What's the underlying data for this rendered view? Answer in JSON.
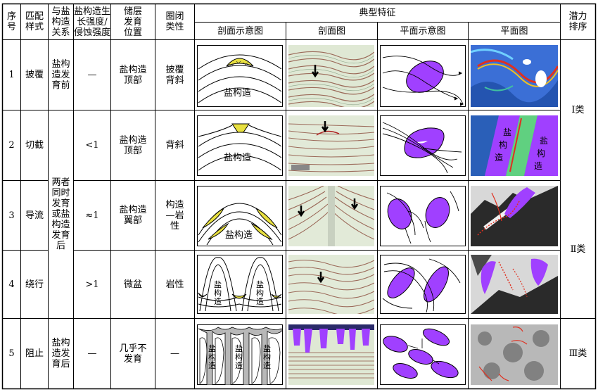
{
  "header": {
    "col_no": "序号",
    "col_style": "匹配样式",
    "col_relation": "与盐构造关系",
    "col_ratio": "盐构造生长强度/侵蚀强度",
    "col_position": "储层发育位置",
    "col_trap": "圈闭类性",
    "col_features": "典型特征",
    "col_section_sketch": "剖面示意图",
    "col_section": "剖面图",
    "col_plan_sketch": "平面示意图",
    "col_plan": "平面图",
    "col_rank": "潜力排序"
  },
  "rows": [
    {
      "no": "1",
      "style": "披覆",
      "relation": "盐构造发育前",
      "ratio": "—",
      "position": "盐构造顶部",
      "trap": "披覆背斜"
    },
    {
      "no": "2",
      "style": "切截",
      "ratio": "<1",
      "position": "盐构造顶部",
      "trap": "背斜"
    },
    {
      "no": "3",
      "style": "导流",
      "ratio": "≈1",
      "position": "盐构造翼部",
      "trap": "构造—岩性"
    },
    {
      "no": "4",
      "style": "绕行",
      "ratio": ">1",
      "position": "微盆",
      "trap": "岩性"
    },
    {
      "no": "5",
      "style": "阻止",
      "relation": "盐构造发育后",
      "ratio": "—",
      "position": "几乎不发育",
      "trap": "—"
    }
  ],
  "merged_relation_2_4": "两者同时发育或盐构造发育后",
  "rank": {
    "class1": "Ⅰ类",
    "class2": "Ⅱ类",
    "class3": "Ⅲ类"
  },
  "sketch_labels": {
    "salt": "盐构造",
    "salt_char1": "盐",
    "salt_char2": "构",
    "salt_char3": "造"
  },
  "colors": {
    "salt_fill": "#a040ff",
    "reservoir_fill": "#e8e040",
    "line": "#000000"
  }
}
